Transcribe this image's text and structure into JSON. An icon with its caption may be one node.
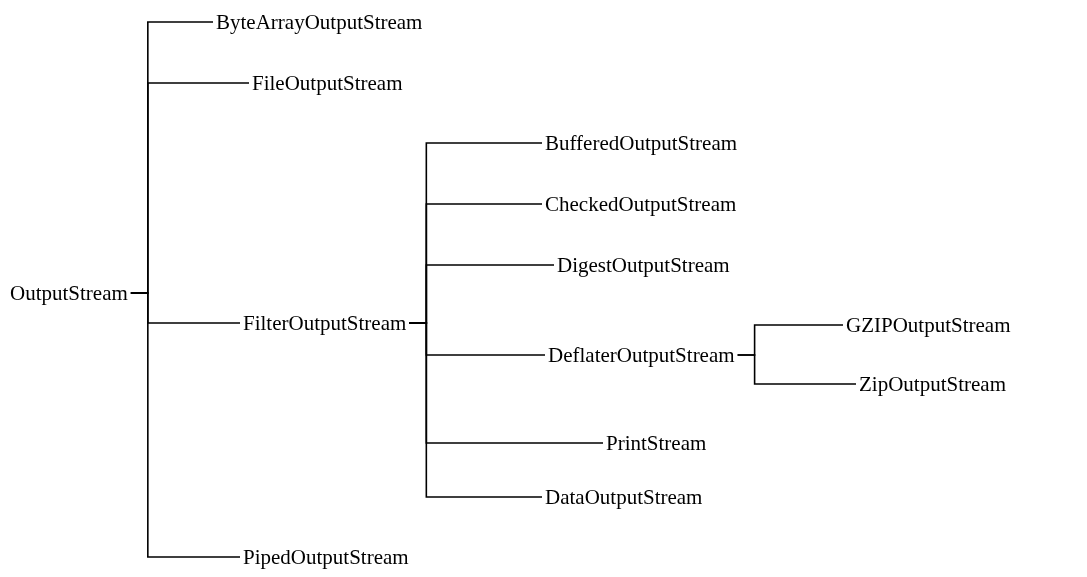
{
  "diagram": {
    "nodes": [
      {
        "text": [
          "OutputStream"
        ]
      },
      {
        "text": [
          "ByteArrayOutputStream"
        ]
      },
      {
        "text": [
          "FileOutputStream"
        ]
      },
      {
        "text": [
          "FilterOutputStream"
        ]
      },
      {
        "text": [
          "PipedOutputStream"
        ]
      },
      {
        "text": [
          "BufferedOutputStream"
        ]
      },
      {
        "text": [
          "CheckedOutputStream"
        ]
      },
      {
        "text": [
          "DigestOutputStream"
        ]
      },
      {
        "text": [
          "DeflaterOutputStream"
        ]
      },
      {
        "text": [
          "PrintStream"
        ]
      },
      {
        "text": [
          "DataOutputStream"
        ]
      },
      {
        "text": [
          "GZIPOutputStream"
        ]
      },
      {
        "text": [
          "ZipOutputStream"
        ]
      }
    ],
    "edges": [
      {
        "from": 0,
        "to": 1,
        "arrow": "none"
      },
      {
        "from": 0,
        "to": 2,
        "arrow": "none"
      },
      {
        "from": 0,
        "to": 3,
        "arrow": "none"
      },
      {
        "from": 0,
        "to": 4,
        "arrow": "none"
      },
      {
        "from": 3,
        "to": 5,
        "arrow": "none"
      },
      {
        "from": 3,
        "to": 6,
        "arrow": "none"
      },
      {
        "from": 3,
        "to": 7,
        "arrow": "none"
      },
      {
        "from": 3,
        "to": 8,
        "arrow": "none"
      },
      {
        "from": 3,
        "to": 9,
        "arrow": "none"
      },
      {
        "from": 3,
        "to": 10,
        "arrow": "none"
      },
      {
        "from": 8,
        "to": 11,
        "arrow": "none"
      },
      {
        "from": 8,
        "to": 12,
        "arrow": "none"
      }
    ]
  }
}
